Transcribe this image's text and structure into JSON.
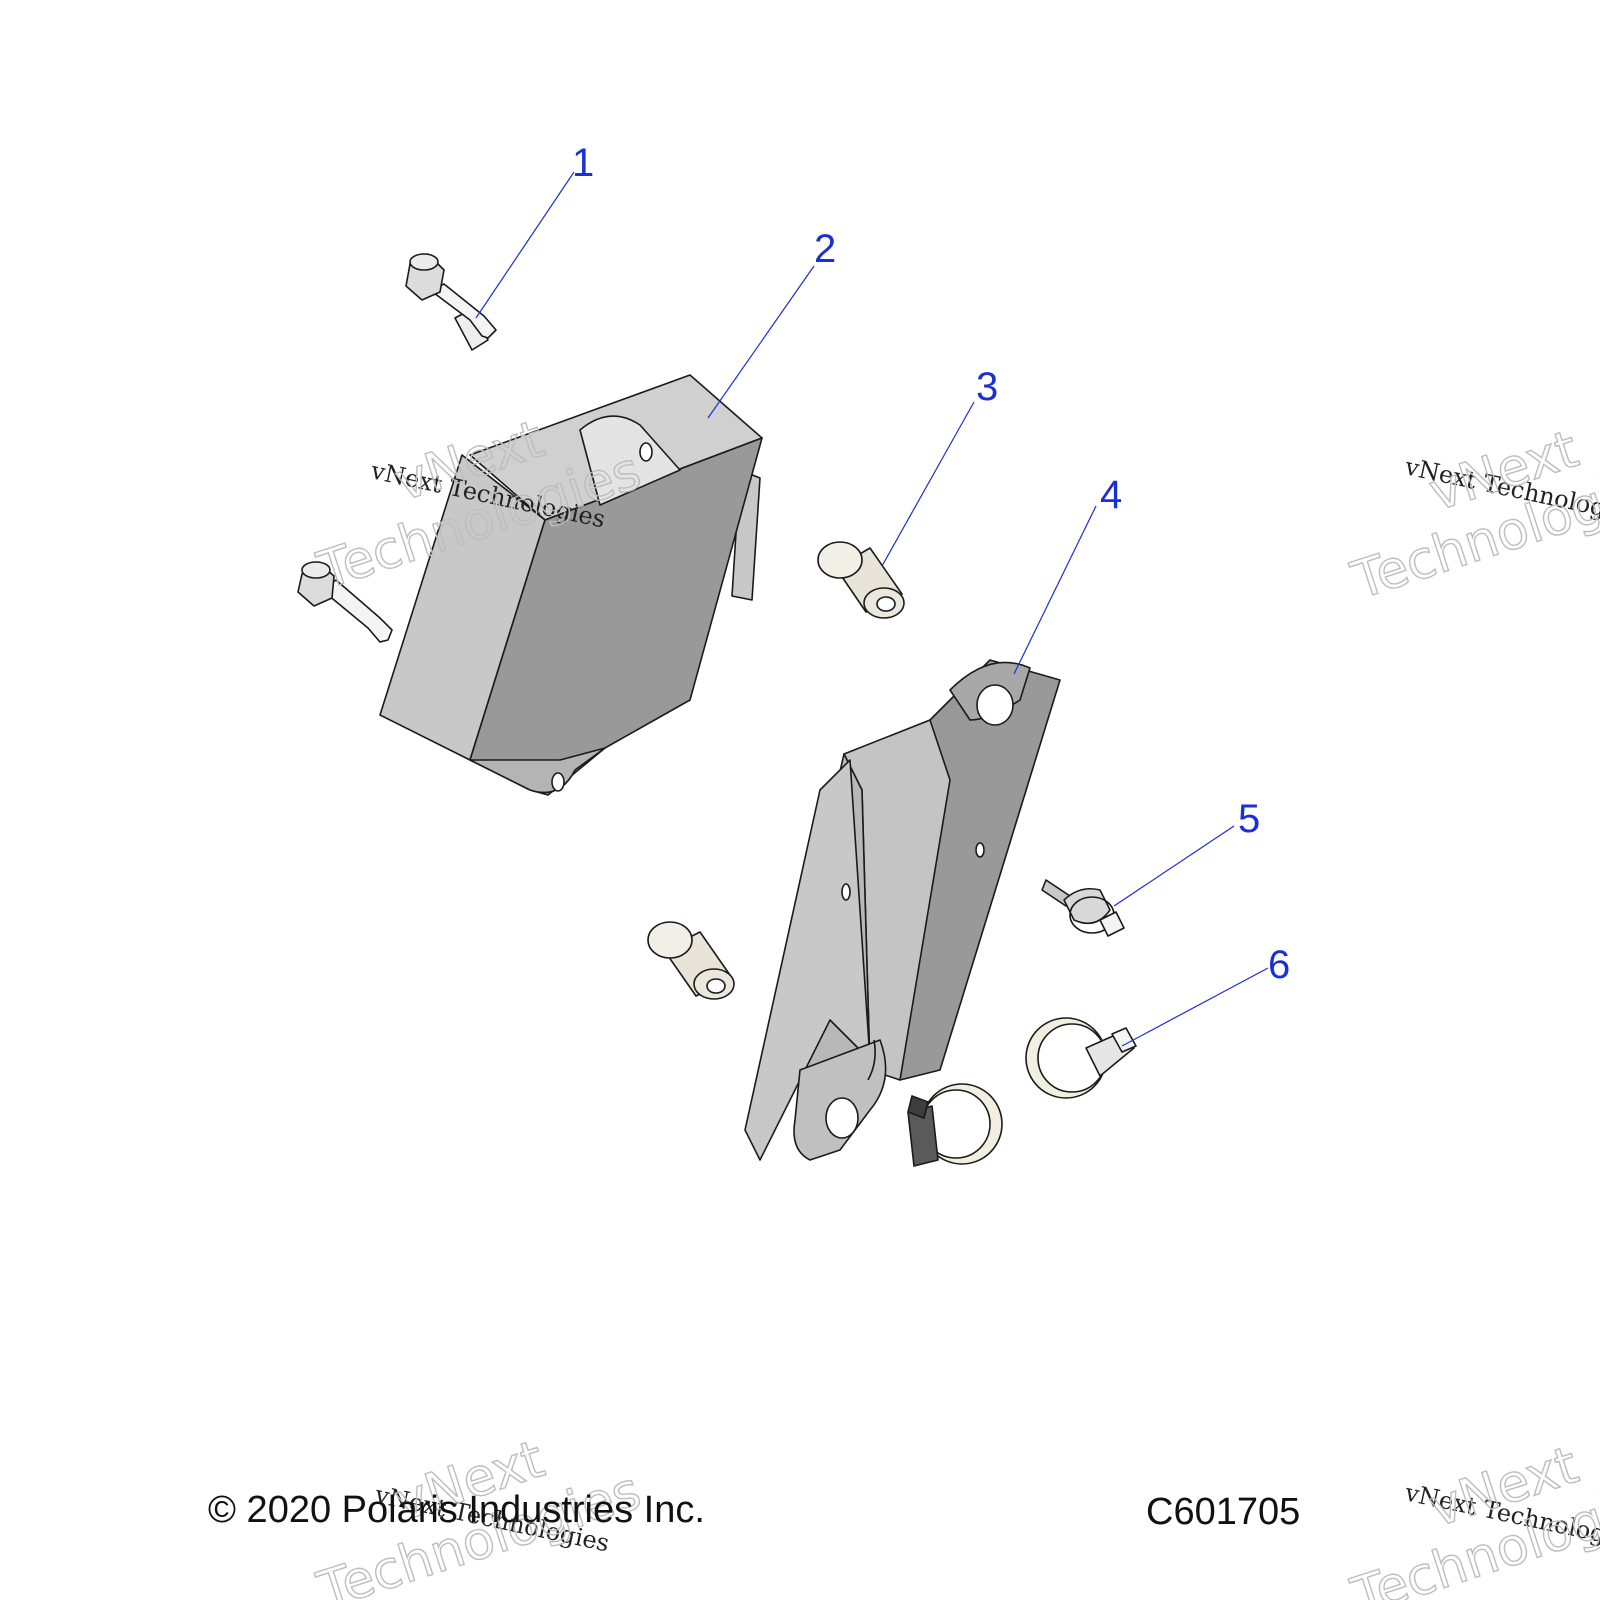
{
  "callouts": [
    {
      "id": "1",
      "label": "1"
    },
    {
      "id": "2",
      "label": "2"
    },
    {
      "id": "3",
      "label": "3"
    },
    {
      "id": "4",
      "label": "4"
    },
    {
      "id": "5",
      "label": "5"
    },
    {
      "id": "6",
      "label": "6"
    }
  ],
  "footer": {
    "copyright": "© 2020 Polaris Industries Inc.",
    "figure_code": "C601705"
  },
  "watermark": {
    "serif_text": "vNext Technologies",
    "big_line1": "vNext",
    "big_line2": "Technologies"
  },
  "colors": {
    "callout": "#1a2fd6",
    "part_fill": "#999999",
    "part_light": "#c8c8c8",
    "bushing_fill": "#e8e4d8"
  }
}
